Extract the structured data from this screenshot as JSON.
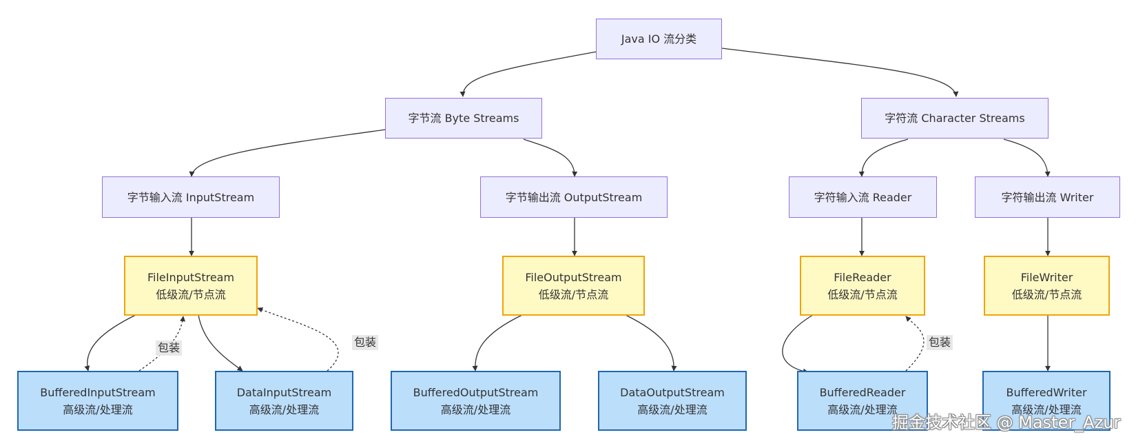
{
  "root": {
    "title": "Java IO 流分类"
  },
  "byte": {
    "title": "字节流 Byte Streams",
    "input": {
      "title": "字节输入流 InputStream",
      "node": {
        "name": "FileInputStream",
        "kind": "低级流/节点流"
      },
      "buffered": {
        "name": "BufferedInputStream",
        "kind": "高级流/处理流"
      },
      "data": {
        "name": "DataInputStream",
        "kind": "高级流/处理流"
      }
    },
    "output": {
      "title": "字节输出流 OutputStream",
      "node": {
        "name": "FileOutputStream",
        "kind": "低级流/节点流"
      },
      "buffered": {
        "name": "BufferedOutputStream",
        "kind": "高级流/处理流"
      },
      "data": {
        "name": "DataOutputStream",
        "kind": "高级流/处理流"
      }
    }
  },
  "char": {
    "title": "字符流 Character Streams",
    "reader": {
      "title": "字符输入流 Reader",
      "node": {
        "name": "FileReader",
        "kind": "低级流/节点流"
      },
      "buffered": {
        "name": "BufferedReader",
        "kind": "高级流/处理流"
      }
    },
    "writer": {
      "title": "字符输出流 Writer",
      "node": {
        "name": "FileWriter",
        "kind": "低级流/节点流"
      },
      "buffered": {
        "name": "BufferedWriter",
        "kind": "高级流/处理流"
      }
    }
  },
  "edge_labels": {
    "wrap": "包装"
  },
  "watermark": "掘金技术社区 @ Master_Azur",
  "colors": {
    "category_fill": "#ececff",
    "category_border": "#9370db",
    "low_level_fill": "#fff9c4",
    "low_level_border": "#f0a30a",
    "high_level_fill": "#bbdefb",
    "high_level_border": "#1f66b0",
    "edge": "#333333"
  }
}
